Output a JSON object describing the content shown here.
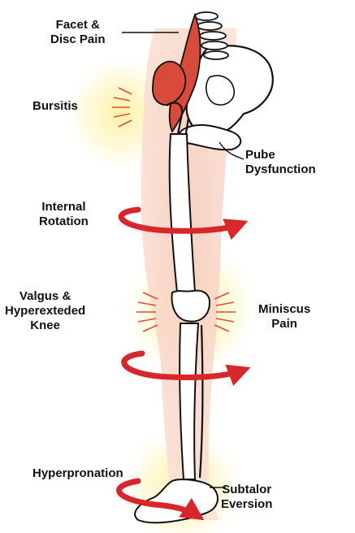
{
  "labels": {
    "facet_line1": "Facet &",
    "facet_line2": "Disc Pain",
    "bursitis": "Bursitis",
    "pube_line1": "Pube",
    "pube_line2": "Dysfunction",
    "internal_line1": "Internal",
    "internal_line2": "Rotation",
    "valgus_line1": "Valgus &",
    "valgus_line2": "Hyperexteded",
    "valgus_line3": "Knee",
    "miniscus_line1": "Miniscus",
    "miniscus_line2": "Pain",
    "hyperpronation": "Hyperpronation",
    "subtalor_line1": "Subtalor",
    "subtalor_line2": "Eversion"
  },
  "colors": {
    "leg_fill": "#f8d3c6",
    "glow": "#fff3a8",
    "arrow": "#d8262a",
    "muscle": "#d84a3a",
    "ink": "#111111",
    "pain_rays": "#e24a3c"
  },
  "icons": [
    "rotation-arrow-icon",
    "pain-rays-icon",
    "muscle-icon"
  ]
}
